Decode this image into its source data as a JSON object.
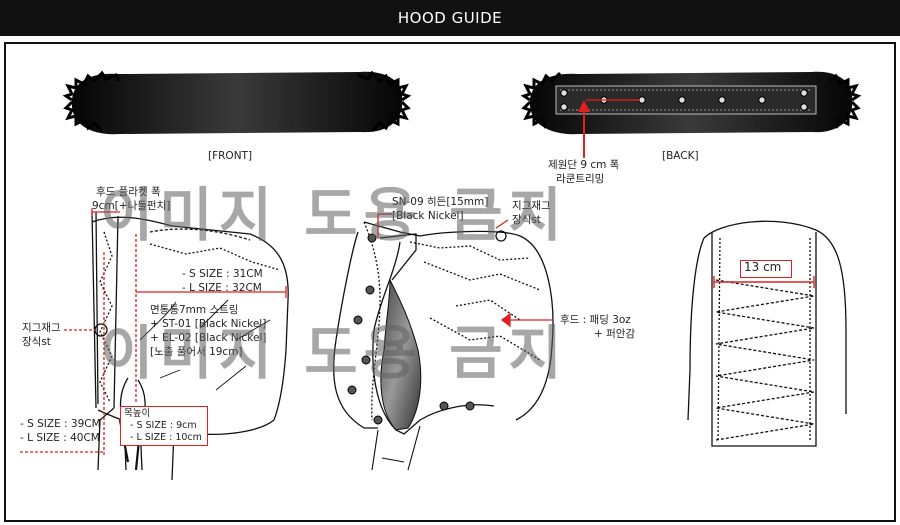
{
  "title": "HOOD GUIDE",
  "fur": {
    "front_label": "[FRONT]",
    "back_label": "[BACK]",
    "back_note": [
      "제원단 9 cm 폭",
      "라쿤트리밍"
    ]
  },
  "side": {
    "placket": [
      "후드 플라켓 폭",
      "9cm[+나들펀치]"
    ],
    "size_top": [
      "- S SIZE : 31CM",
      "- L SIZE : 32CM"
    ],
    "string": [
      "면통통7mm 스트링",
      "+ ST-01 [Black Nickel]",
      "+ EL-02 [Black Nickel]",
      "[노출 풀어서 19cm]"
    ],
    "zigzag": [
      "지그재그",
      "장식st"
    ],
    "size_bottom": [
      "- S SIZE : 39CM",
      "- L SIZE : 40CM"
    ],
    "neck": [
      "목높이",
      "- S SIZE : 9cm",
      "- L SIZE : 10cm"
    ]
  },
  "front": {
    "snap": [
      "SN-09 히든[15mm]",
      "[Black Nickel]"
    ],
    "zigzag": [
      "지그재그",
      "장식st"
    ],
    "padding": [
      "후드 : 패딩 3oz",
      "+ 퍼안감"
    ]
  },
  "back": {
    "measure": "13 cm"
  },
  "watermark": [
    "이미지 도용 금지",
    "이미지 도용 금지"
  ]
}
